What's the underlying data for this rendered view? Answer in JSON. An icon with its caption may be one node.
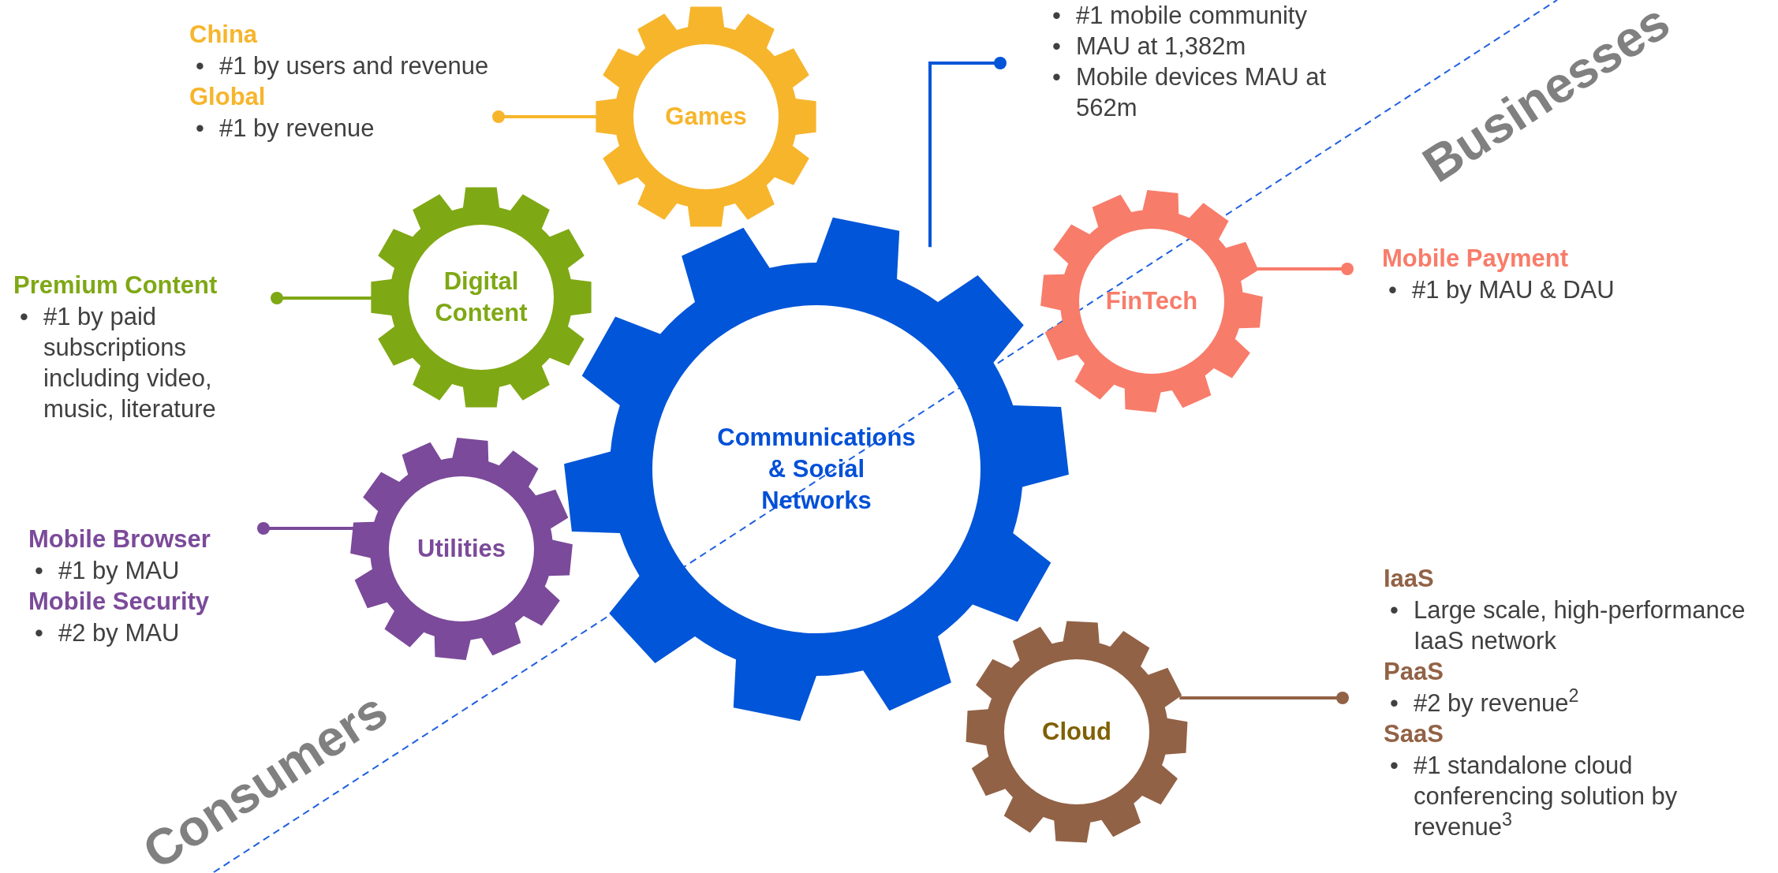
{
  "diagram": {
    "nodes": [
      {
        "text": [
          "China",
          "• #1 by users and revenue",
          "Global",
          "• #1 by revenue"
        ]
      },
      {
        "text": [
          "Games"
        ]
      },
      {
        "text": [
          "• #1 mobile community",
          "• MAU at 1,382m",
          "• Mobile devices MAU at 562m"
        ]
      },
      {
        "text": [
          "Premium Content",
          "• #1 by paid subscriptions including video, music, literature"
        ]
      },
      {
        "text": [
          "Digital Content"
        ]
      },
      {
        "text": [
          "FinTech"
        ]
      },
      {
        "text": [
          "Mobile Payment",
          "• #1 by MAU & DAU"
        ]
      },
      {
        "text": [
          "Communications & Social Networks"
        ]
      },
      {
        "text": [
          "Mobile Browser",
          "• #1 by MAU",
          "Mobile Security",
          "• #2 by MAU"
        ]
      },
      {
        "text": [
          "Utilities"
        ]
      },
      {
        "text": [
          "IaaS",
          "• Large scale, high-performance IaaS network",
          "PaaS",
          "• #2 by revenue$^{2}$",
          "SaaS",
          "• #1 standalone cloud conferencing solution by revenue$^{3}$"
        ]
      },
      {
        "text": [
          "Cloud"
        ]
      }
    ],
    "edges": [
      {
        "from": 1,
        "to": 0,
        "arrow": "other",
        "color": "#f7b52c"
      },
      {
        "from": 7,
        "to": 2,
        "arrow": "other",
        "color": "#0055d8"
      },
      {
        "from": 4,
        "to": 3,
        "arrow": "other",
        "color": "#7fa815"
      },
      {
        "from": 5,
        "to": 6,
        "arrow": "other",
        "color": "#f87c6a"
      },
      {
        "from": 9,
        "to": 8,
        "arrow": "other",
        "color": "#7b4a9a"
      },
      {
        "from": 11,
        "to": 10,
        "arrow": "other",
        "color": "#926246"
      }
    ],
    "labels": [
      "Businesses",
      "Consumers"
    ]
  }
}
